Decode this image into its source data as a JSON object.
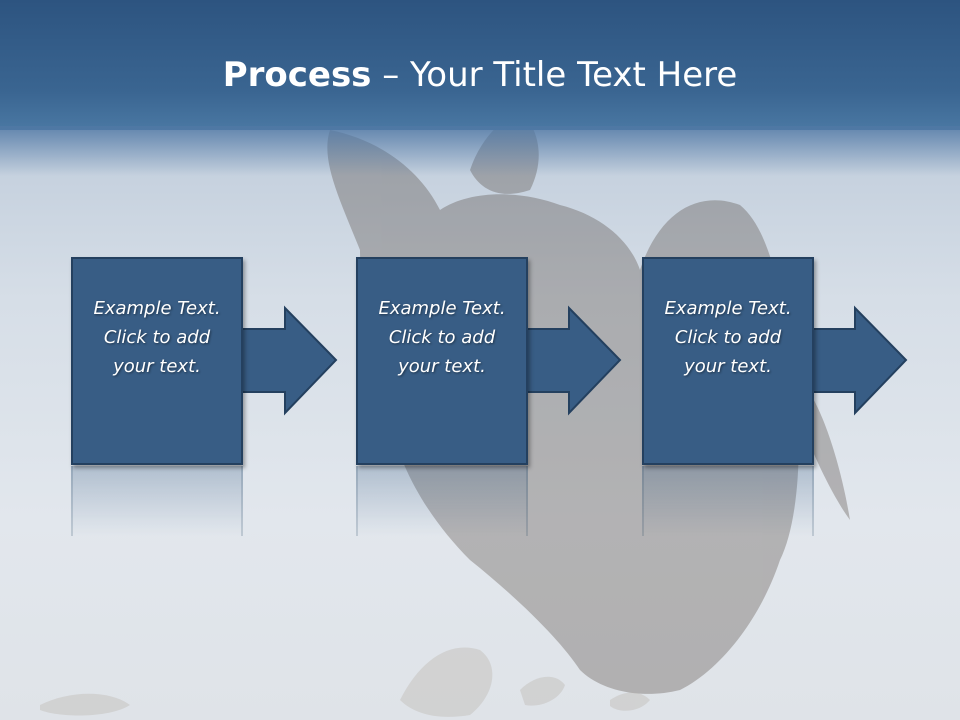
{
  "slide": {
    "title_strong": "Process",
    "title_rest": " – Your Title Text Here"
  },
  "process": {
    "steps": [
      {
        "label": "Example Text. Click  to add your text."
      },
      {
        "label": "Example Text. Click  to add your text."
      },
      {
        "label": "Example Text. Click  to add your text."
      }
    ]
  },
  "colors": {
    "header": "#3a6591",
    "box_fill": "#385d85",
    "box_border": "#24405f",
    "text": "#ffffff"
  }
}
